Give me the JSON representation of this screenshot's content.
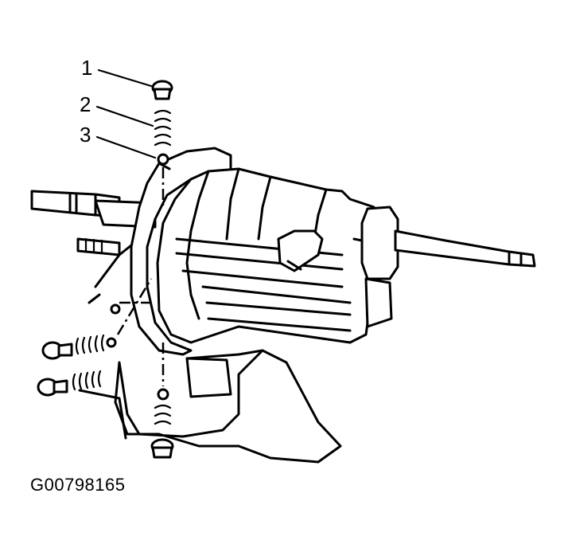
{
  "callouts": [
    {
      "label": "1"
    },
    {
      "label": "2"
    },
    {
      "label": "3"
    }
  ],
  "figure_id": "G00798165"
}
